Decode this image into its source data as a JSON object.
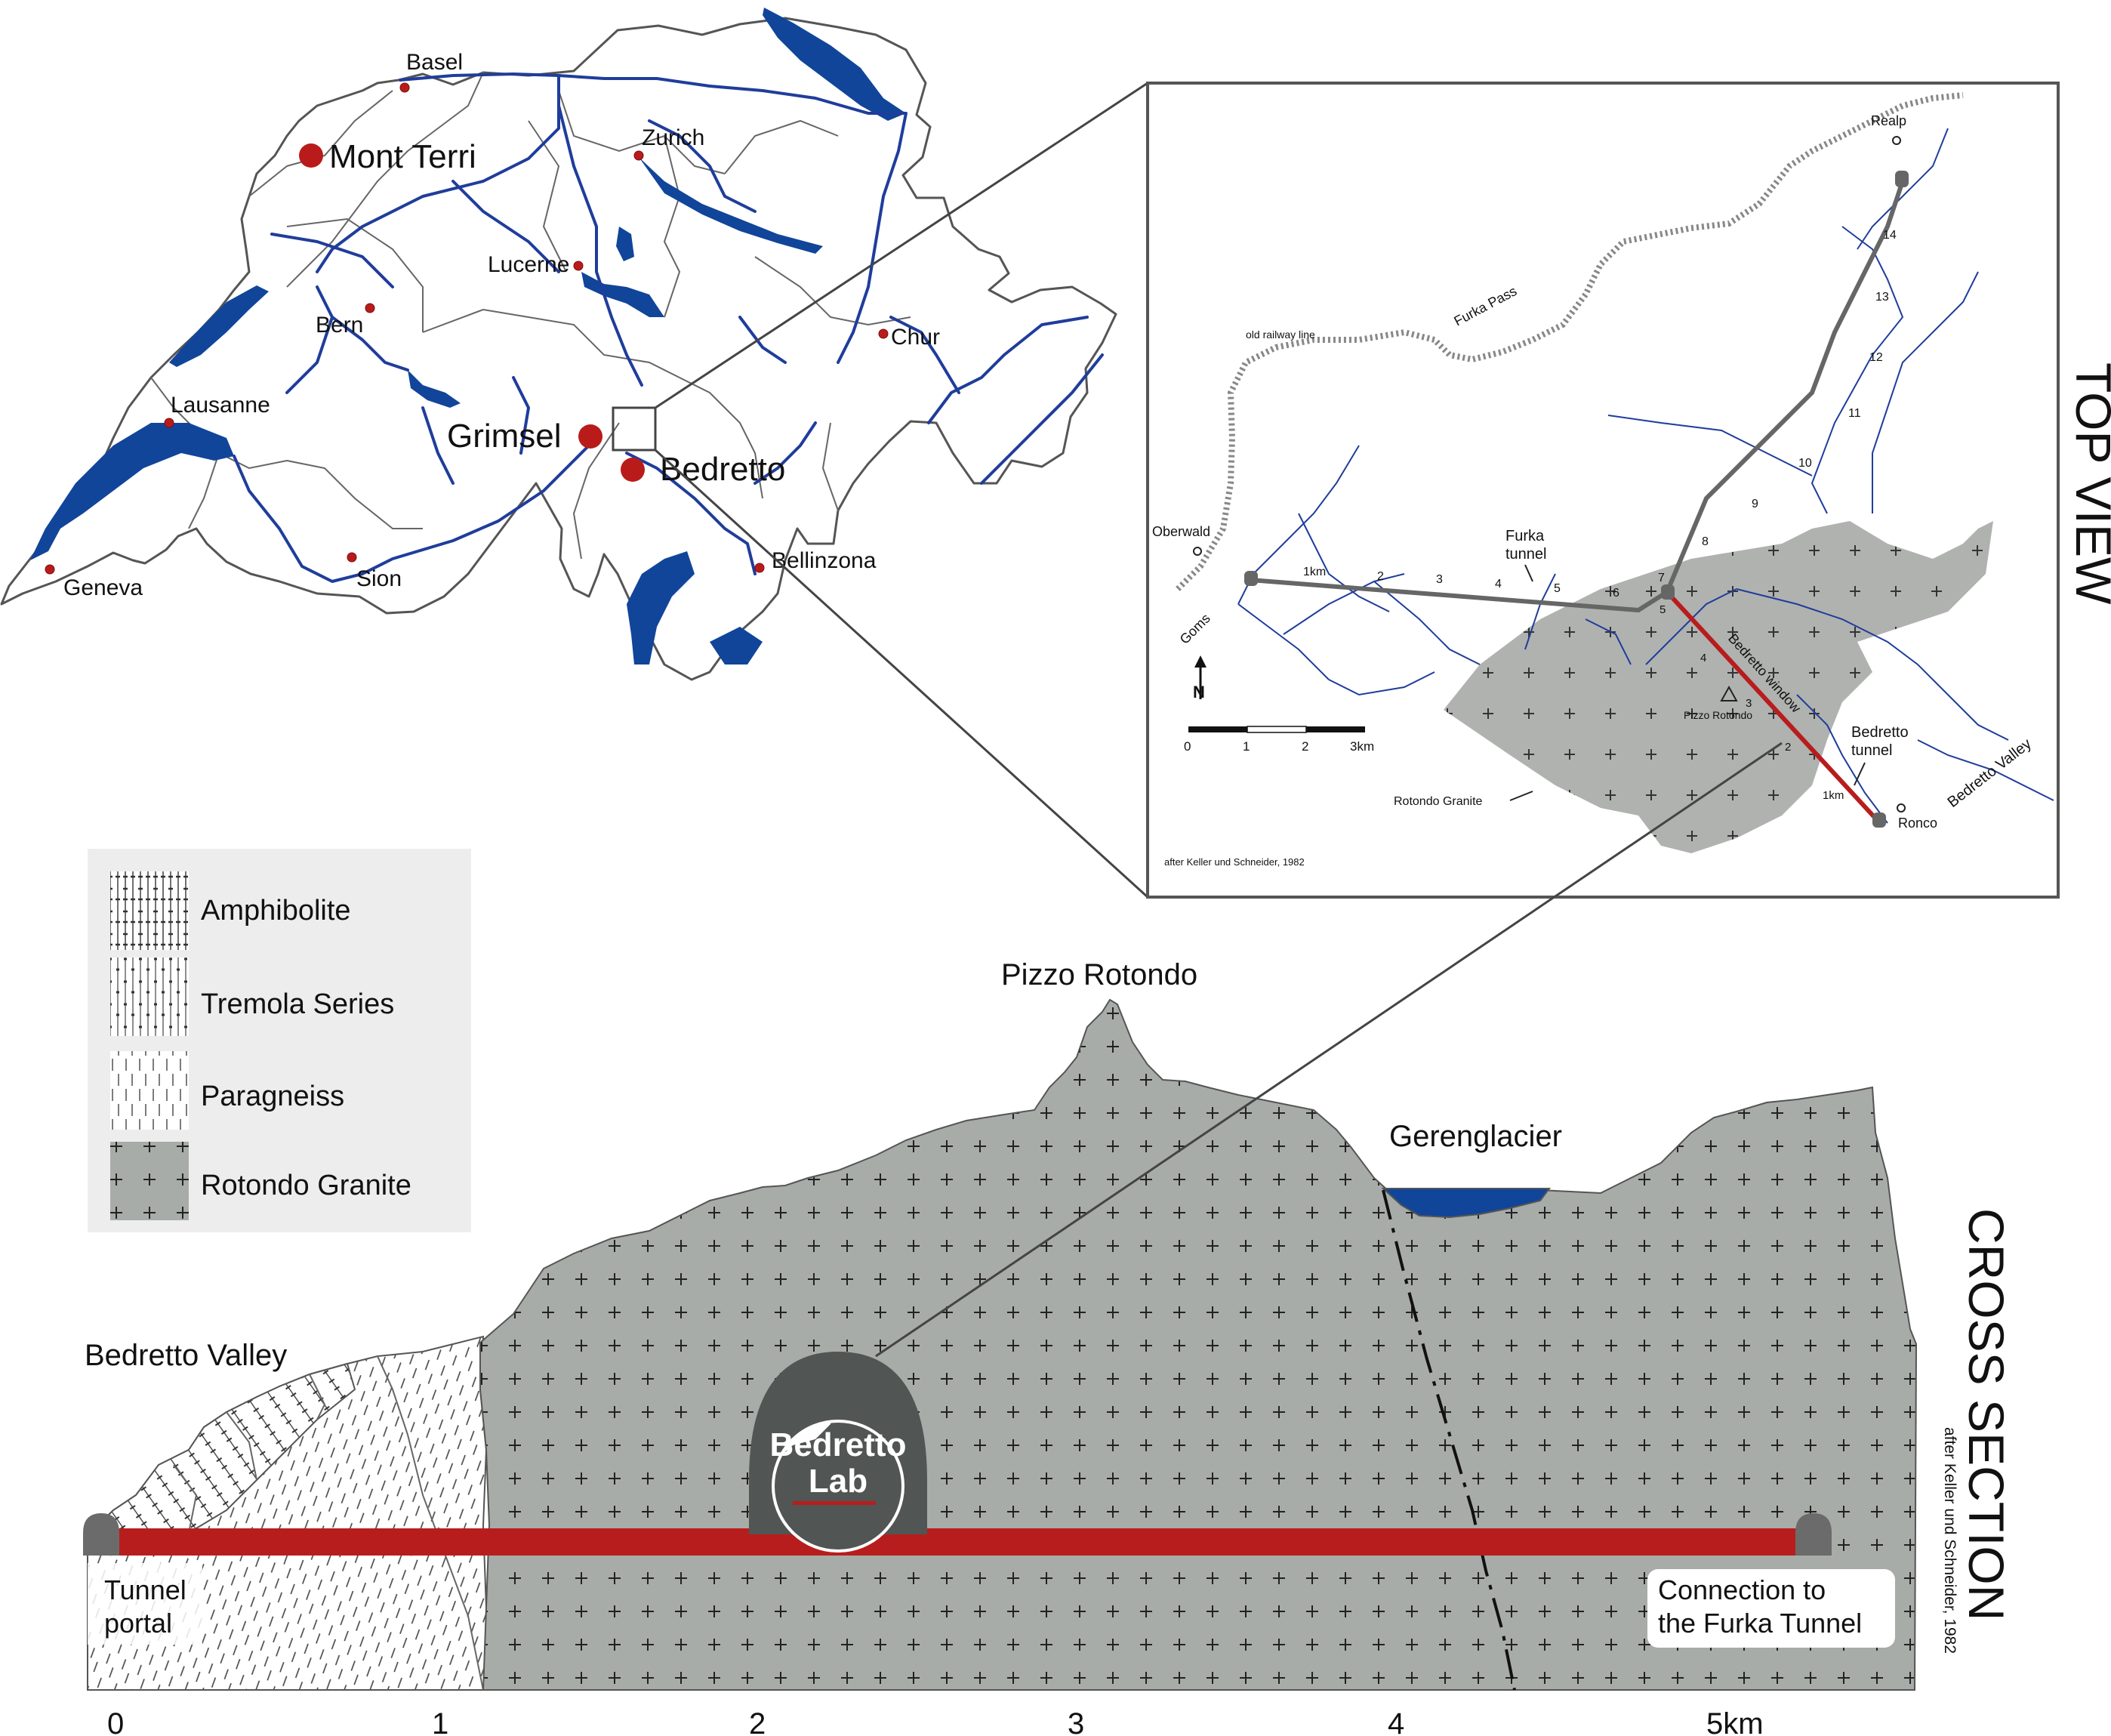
{
  "swiss_map": {
    "cities": [
      "Basel",
      "Zurich",
      "Lucerne",
      "Bern",
      "Chur",
      "Lausanne",
      "Geneva",
      "Sion",
      "Bellinzona"
    ],
    "labs": [
      "Mont Terri",
      "Grimsel",
      "Bedretto"
    ]
  },
  "top_view": {
    "vertical_title": "TOP VIEW",
    "places": {
      "realp": "Realp",
      "oberwald": "Oberwald",
      "goms": "Goms",
      "ronco": "Ronco",
      "pizzo_rotondo": "Pizzo Rotondo",
      "furka_pass": "Furka Pass",
      "old_railway": "old railway line",
      "bedretto_valley": "Bedretto Valley",
      "rotondo_granite": "Rotondo Granite",
      "bedretto_window": "Bedretto window",
      "furka_tunnel": [
        "Furka",
        "tunnel"
      ],
      "bedretto_tunnel": [
        "Bedretto",
        "tunnel"
      ]
    },
    "furka_km": [
      "1km",
      "2",
      "3",
      "4",
      "5",
      "6",
      "7",
      "8",
      "9",
      "10",
      "11",
      "12",
      "13",
      "14"
    ],
    "bedretto_km": [
      "1km",
      "2",
      "3",
      "4",
      "5"
    ],
    "north": "N",
    "scale_labels": [
      "0",
      "1",
      "2",
      "3km"
    ],
    "credit": "after Keller und Schneider, 1982"
  },
  "legend": {
    "items": [
      "Amphibolite",
      "Tremola Series",
      "Paragneiss",
      "Rotondo Granite"
    ]
  },
  "cross_section": {
    "vertical_title": "CROSS SECTION",
    "credit": "after Keller und Schneider, 1982",
    "pizzo_rotondo": "Pizzo Rotondo",
    "gerenglacier": "Gerenglacier",
    "bedretto_valley": "Bedretto Valley",
    "tunnel_portal": [
      "Tunnel",
      "portal"
    ],
    "connection": [
      "Connection to",
      "the Furka Tunnel"
    ],
    "lab_badge": [
      "Bedretto",
      "Lab"
    ],
    "axis_ticks": [
      "0",
      "1",
      "2",
      "3",
      "4",
      "5km"
    ]
  },
  "colors": {
    "lake_blue": "#10459a",
    "river_blue": "#1f3d9b",
    "lab_red": "#b91b1b",
    "granite_gray": "#a8aca9",
    "tunnel_red": "#b81d1d",
    "border_gray": "#555555"
  }
}
